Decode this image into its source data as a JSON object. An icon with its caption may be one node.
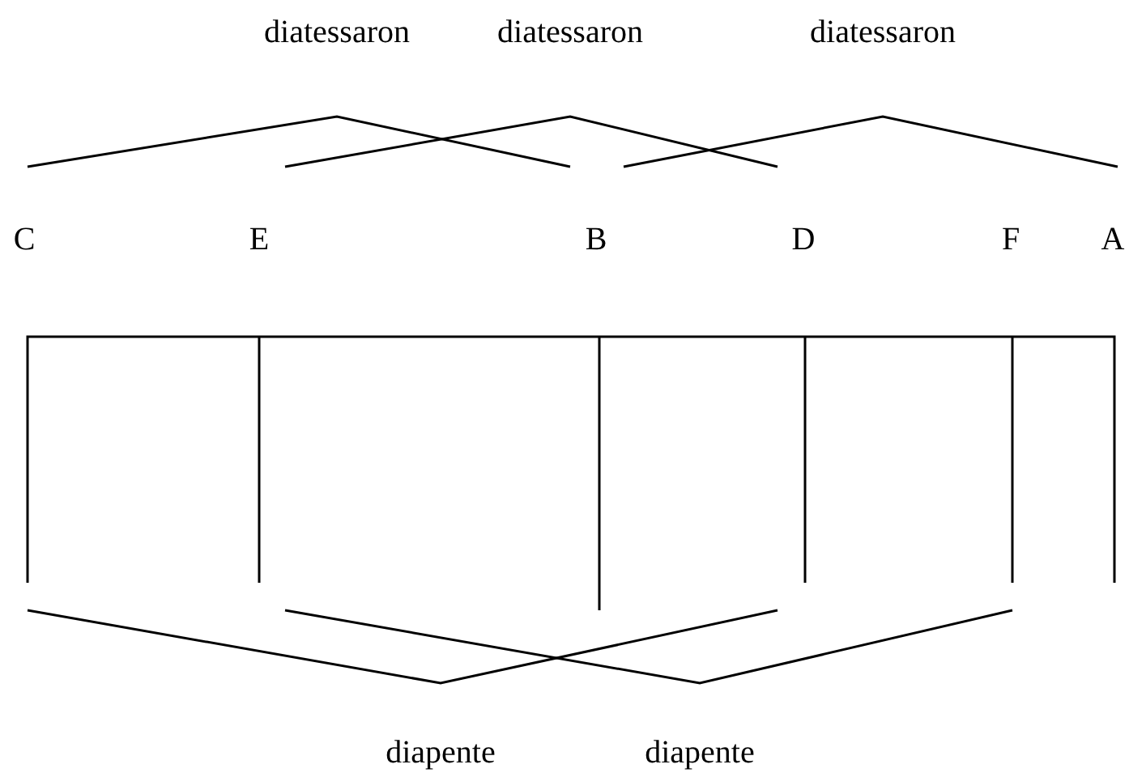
{
  "diagram": {
    "labels": [
      "diatessaron",
      "diatessaron",
      "diatessaron",
      "C",
      "E",
      "B",
      "D",
      "F",
      "A",
      "diapente",
      "diapente"
    ]
  }
}
